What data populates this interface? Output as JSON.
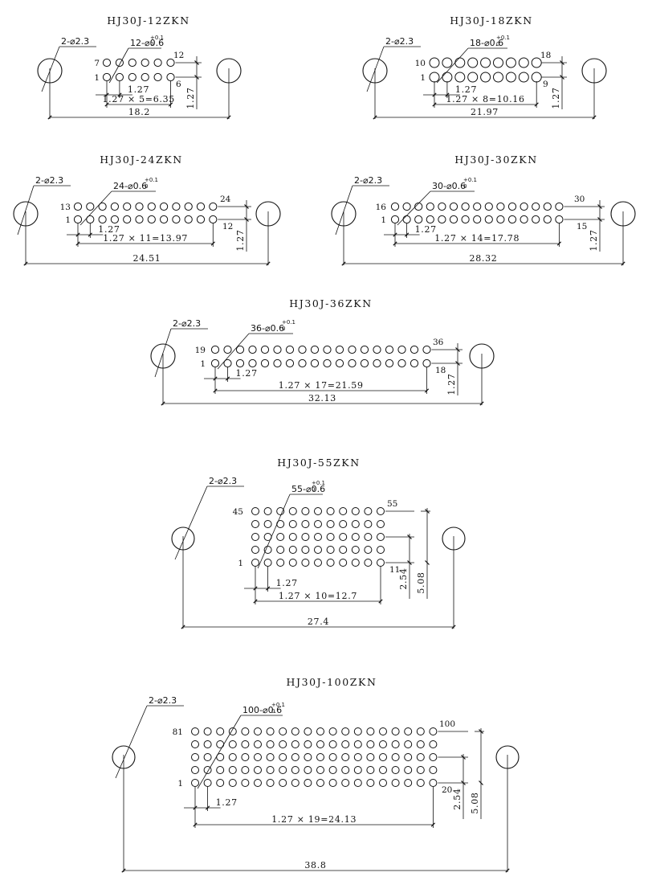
{
  "connectors": [
    {
      "title": "HJ30J-12ZKN",
      "hole_callout": "2-⌀2.3",
      "pin_callout_main": "12-⌀0.6",
      "tol_upper": "+0.1",
      "tol_lower": "0",
      "corner_labels": {
        "top_left": "7",
        "bottom_left": "1",
        "top_right": "12",
        "bottom_right": "6"
      },
      "pitch_label": "1.27",
      "row_span_label": "1.27 × 5=6.35",
      "total_label": "18.2",
      "vert_labels": [
        "1.27"
      ]
    },
    {
      "title": "HJ30J-18ZKN",
      "hole_callout": "2-⌀2.3",
      "pin_callout_main": "18-⌀0.6",
      "tol_upper": "+0.1",
      "tol_lower": "0",
      "corner_labels": {
        "top_left": "10",
        "bottom_left": "1",
        "top_right": "18",
        "bottom_right": "9"
      },
      "pitch_label": "1.27",
      "row_span_label": "1.27 × 8=10.16",
      "total_label": "21.97",
      "vert_labels": [
        "1.27"
      ]
    },
    {
      "title": "HJ30J-24ZKN",
      "hole_callout": "2-⌀2.3",
      "pin_callout_main": "24-⌀0.6",
      "tol_upper": "+0.1",
      "tol_lower": "0",
      "corner_labels": {
        "top_left": "13",
        "bottom_left": "1",
        "top_right": "24",
        "bottom_right": "12"
      },
      "pitch_label": "1.27",
      "row_span_label": "1.27 × 11=13.97",
      "total_label": "24.51",
      "vert_labels": [
        "1.27"
      ]
    },
    {
      "title": "HJ30J-30ZKN",
      "hole_callout": "2-⌀2.3",
      "pin_callout_main": "30-⌀0.6",
      "tol_upper": "+0.1",
      "tol_lower": "0",
      "corner_labels": {
        "top_left": "16",
        "bottom_left": "1",
        "top_right": "30",
        "bottom_right": "15"
      },
      "pitch_label": "1.27",
      "row_span_label": "1.27 × 14=17.78",
      "total_label": "28.32",
      "vert_labels": [
        "1.27"
      ]
    },
    {
      "title": "HJ30J-36ZKN",
      "hole_callout": "2-⌀2.3",
      "pin_callout_main": "36-⌀0.6",
      "tol_upper": "+0.1",
      "tol_lower": "0",
      "corner_labels": {
        "top_left": "19",
        "bottom_left": "1",
        "top_right": "36",
        "bottom_right": "18"
      },
      "pitch_label": "1.27",
      "row_span_label": "1.27 × 17=21.59",
      "total_label": "32.13",
      "vert_labels": [
        "1.27"
      ]
    },
    {
      "title": "HJ30J-55ZKN",
      "hole_callout": "2-⌀2.3",
      "pin_callout_main": "55-⌀0.6",
      "tol_upper": "+0.1",
      "tol_lower": "0",
      "corner_labels": {
        "top_left": "45",
        "bottom_left": "1",
        "top_right": "55",
        "bottom_right": "11"
      },
      "pitch_label": "1.27",
      "row_span_label": "1.27 × 10=12.7",
      "total_label": "27.4",
      "vert_labels": [
        "2.54",
        "5.08"
      ]
    },
    {
      "title": "HJ30J-100ZKN",
      "hole_callout": "2-⌀2.3",
      "pin_callout_main": "100-⌀0.6",
      "tol_upper": "+0.1",
      "tol_lower": "0",
      "corner_labels": {
        "top_left": "81",
        "bottom_left": "1",
        "top_right": "100",
        "bottom_right": "20"
      },
      "pitch_label": "1.27",
      "row_span_label": "1.27 × 19=24.13",
      "total_label": "38.8",
      "vert_labels": [
        "2.54",
        "5.08"
      ]
    }
  ]
}
